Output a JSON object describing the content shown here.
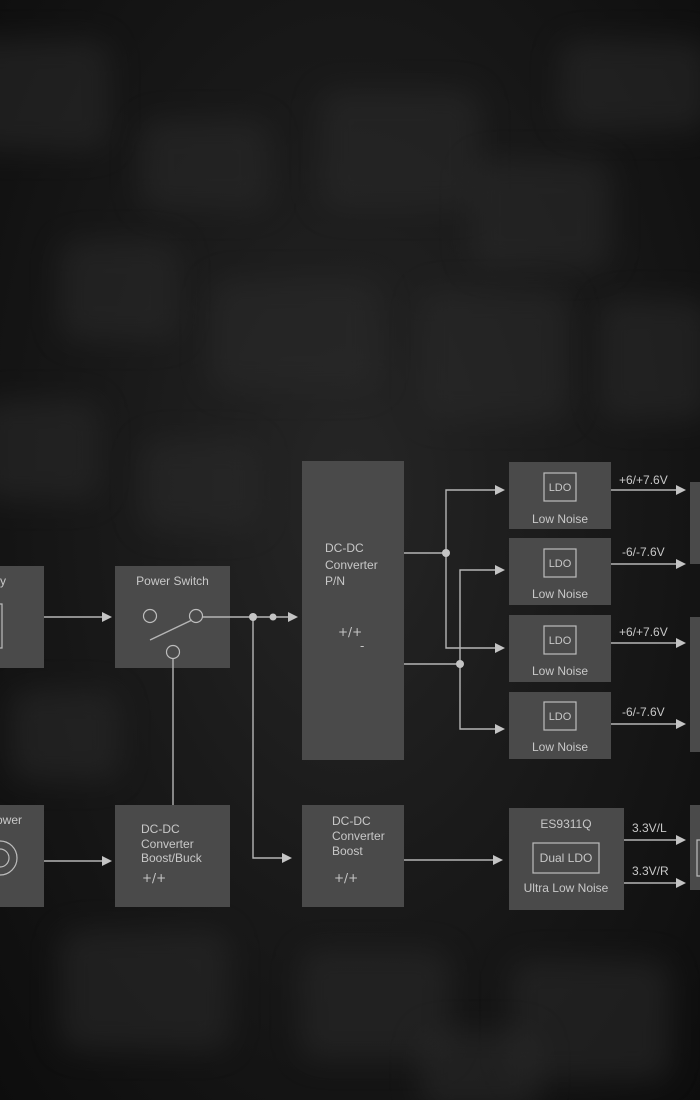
{
  "blocks": {
    "battery": {
      "label": "y"
    },
    "power_switch": {
      "label": "Power  Switch"
    },
    "external_power": {
      "label": "ower"
    },
    "dcdc_boost_buck": {
      "line1": "DC-DC",
      "line2": "Converter",
      "line3": "Boost/Buck",
      "symbol": "+/+"
    },
    "dcdc_pn": {
      "line1": "DC-DC",
      "line2": "Converter",
      "line3": "P/N",
      "symbol": "+/+",
      "minus": "-"
    },
    "dcdc_boost": {
      "line1": "DC-DC",
      "line2": "Converter",
      "line3": "Boost",
      "symbol": "+/+"
    },
    "ldo_blocks": [
      {
        "chip": "LDO",
        "label": "Low Noise",
        "output": "+6/+7.6V"
      },
      {
        "chip": "LDO",
        "label": "Low Noise",
        "output": "-6/-7.6V"
      },
      {
        "chip": "LDO",
        "label": "Low Noise",
        "output": "+6/+7.6V"
      },
      {
        "chip": "LDO",
        "label": "Low Noise",
        "output": "-6/-7.6V"
      }
    ],
    "es9311q": {
      "title": "ES9311Q",
      "chip": "Dual LDO",
      "label": "Ultra Low Noise",
      "out_l": "3.3V/L",
      "out_r": "3.3V/R"
    }
  },
  "colors": {
    "background": "#121212",
    "block": "#4a4a4a",
    "line": "#b5b5b5",
    "text": "#c8c8c8"
  }
}
